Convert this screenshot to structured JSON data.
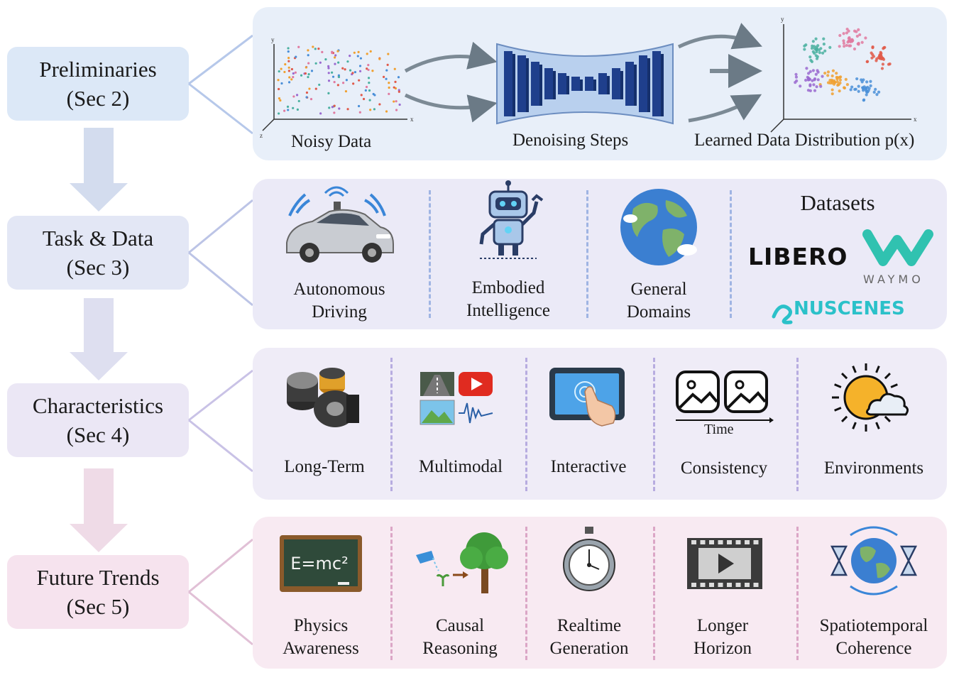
{
  "sections": [
    {
      "title": "Preliminaries",
      "sub": "(Sec 2)"
    },
    {
      "title": "Task & Data",
      "sub": "(Sec 3)"
    },
    {
      "title": "Characteristics",
      "sub": "(Sec 4)"
    },
    {
      "title": "Future Trends",
      "sub": "(Sec 5)"
    }
  ],
  "preliminaries": {
    "noisy": "Noisy Data",
    "denoise": "Denoising  Steps",
    "learned": "Learned Data Distribution p(x)",
    "axis_y": "y",
    "axis_x": "x",
    "axis_z": "z"
  },
  "task": {
    "items": [
      {
        "l1": "Autonomous",
        "l2": "Driving",
        "icon": "car-icon"
      },
      {
        "l1": "Embodied",
        "l2": "Intelligence",
        "icon": "robot-icon"
      },
      {
        "l1": "General",
        "l2": "Domains",
        "icon": "globe-icon"
      }
    ],
    "datasets_title": "Datasets",
    "datasets": [
      "LIBERO",
      "WAYMO",
      "NUSCENES"
    ]
  },
  "characteristics": {
    "items": [
      "Long-Term",
      "Multimodal",
      "Interactive",
      "Consistency",
      "Environments"
    ],
    "time_label": "Time"
  },
  "trends": {
    "items": [
      {
        "l1": "Physics",
        "l2": "Awareness"
      },
      {
        "l1": "Causal",
        "l2": "Reasoning"
      },
      {
        "l1": "Realtime",
        "l2": "Generation"
      },
      {
        "l1": "Longer",
        "l2": "Horizon"
      },
      {
        "l1": "Spatiotemporal",
        "l2": "Coherence"
      }
    ],
    "formula": "E=mc²"
  },
  "colors": {
    "sec1": "#dce8f7",
    "sec2": "#e3e7f5",
    "sec3": "#ebe7f5",
    "sec4": "#f6e3ee",
    "panel1": "#e8eff9",
    "panel2": "#ebeaf7",
    "panel3": "#efecf7",
    "panel4": "#f8eaf2"
  }
}
